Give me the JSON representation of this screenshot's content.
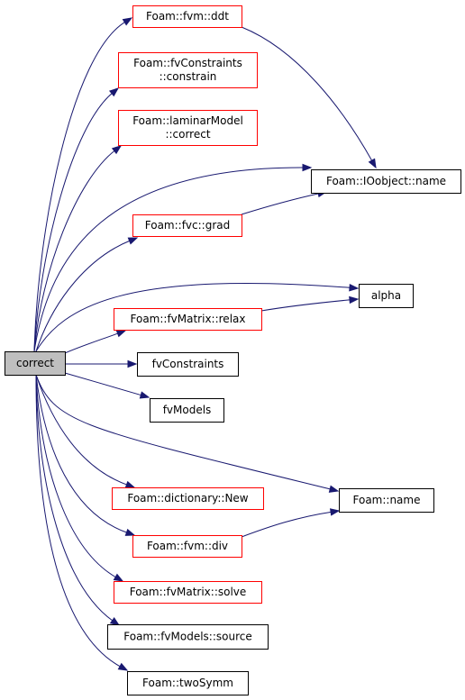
{
  "colors": {
    "edge": "#191970",
    "root_fill": "#bfbfbf",
    "root_border": "#000000",
    "linked_border": "#ff0000",
    "plain_border": "#000000",
    "node_fill": "#ffffff"
  },
  "graph": {
    "root": "correct",
    "nodes": [
      {
        "id": "correct",
        "lines": [
          "correct"
        ],
        "style": "root"
      },
      {
        "id": "fvm_ddt",
        "lines": [
          "Foam::fvm::ddt"
        ],
        "style": "linked"
      },
      {
        "id": "fvConstraints_constrain",
        "lines": [
          "Foam::fvConstraints",
          "::constrain"
        ],
        "style": "linked"
      },
      {
        "id": "laminarModel_correct",
        "lines": [
          "Foam::laminarModel",
          "::correct"
        ],
        "style": "linked"
      },
      {
        "id": "IOobject_name",
        "lines": [
          "Foam::IOobject::name"
        ],
        "style": "plain"
      },
      {
        "id": "fvc_grad",
        "lines": [
          "Foam::fvc::grad"
        ],
        "style": "linked"
      },
      {
        "id": "alpha",
        "lines": [
          "alpha"
        ],
        "style": "plain"
      },
      {
        "id": "fvMatrix_relax",
        "lines": [
          "Foam::fvMatrix::relax"
        ],
        "style": "linked"
      },
      {
        "id": "fvConstraints",
        "lines": [
          "fvConstraints"
        ],
        "style": "plain"
      },
      {
        "id": "fvModels",
        "lines": [
          "fvModels"
        ],
        "style": "plain"
      },
      {
        "id": "foam_name",
        "lines": [
          "Foam::name"
        ],
        "style": "plain"
      },
      {
        "id": "dictionary_New",
        "lines": [
          "Foam::dictionary::New"
        ],
        "style": "linked"
      },
      {
        "id": "fvm_div",
        "lines": [
          "Foam::fvm::div"
        ],
        "style": "linked"
      },
      {
        "id": "fvMatrix_solve",
        "lines": [
          "Foam::fvMatrix::solve"
        ],
        "style": "linked"
      },
      {
        "id": "fvModels_source",
        "lines": [
          "Foam::fvModels::source"
        ],
        "style": "plain"
      },
      {
        "id": "twoSymm",
        "lines": [
          "Foam::twoSymm"
        ],
        "style": "plain"
      }
    ],
    "edges": [
      {
        "from": "correct",
        "to": "fvm_ddt"
      },
      {
        "from": "correct",
        "to": "fvConstraints_constrain"
      },
      {
        "from": "correct",
        "to": "laminarModel_correct"
      },
      {
        "from": "correct",
        "to": "IOobject_name"
      },
      {
        "from": "correct",
        "to": "fvc_grad"
      },
      {
        "from": "correct",
        "to": "alpha"
      },
      {
        "from": "correct",
        "to": "fvMatrix_relax"
      },
      {
        "from": "correct",
        "to": "fvConstraints"
      },
      {
        "from": "correct",
        "to": "fvModels"
      },
      {
        "from": "correct",
        "to": "foam_name"
      },
      {
        "from": "correct",
        "to": "dictionary_New"
      },
      {
        "from": "correct",
        "to": "fvm_div"
      },
      {
        "from": "correct",
        "to": "fvMatrix_solve"
      },
      {
        "from": "correct",
        "to": "fvModels_source"
      },
      {
        "from": "correct",
        "to": "twoSymm"
      },
      {
        "from": "fvm_ddt",
        "to": "IOobject_name"
      },
      {
        "from": "fvc_grad",
        "to": "IOobject_name"
      },
      {
        "from": "fvMatrix_relax",
        "to": "alpha"
      },
      {
        "from": "fvm_div",
        "to": "foam_name"
      }
    ]
  }
}
